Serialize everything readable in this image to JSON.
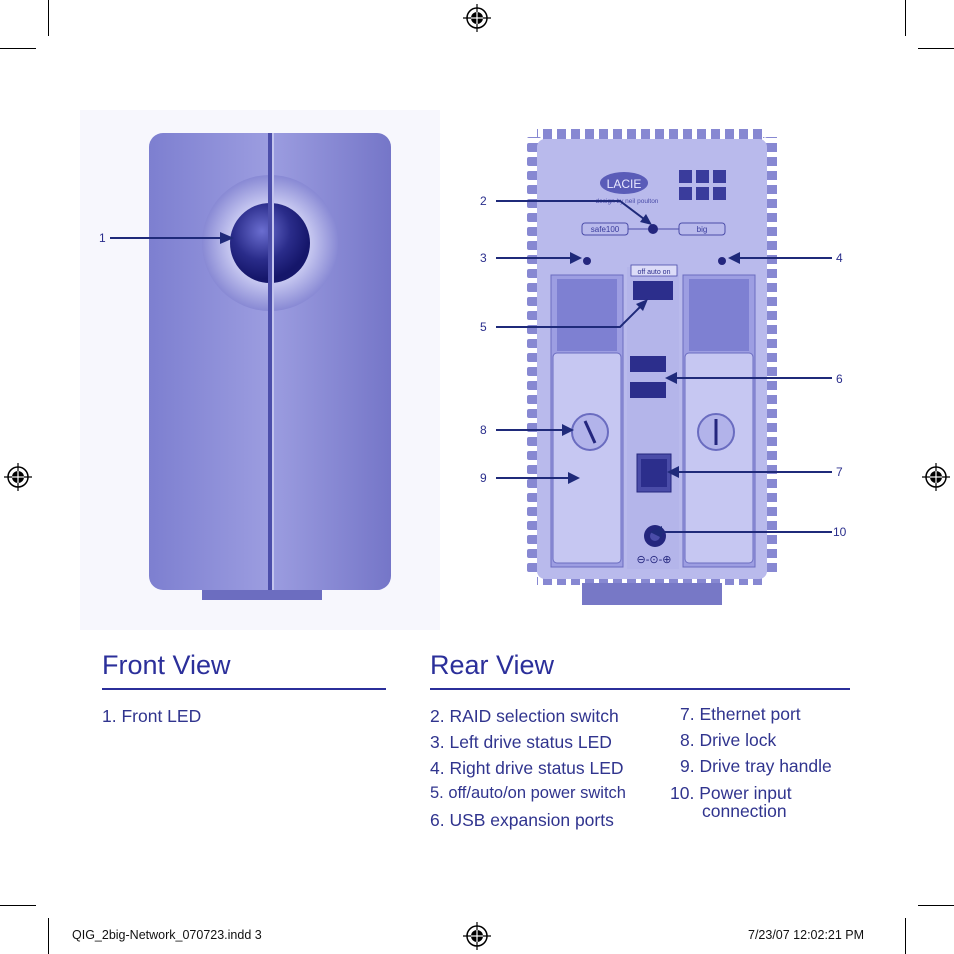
{
  "front": {
    "title": "Front View",
    "items": [
      "1. Front LED"
    ],
    "callouts": [
      "1"
    ]
  },
  "rear": {
    "title": "Rear View",
    "items_left": [
      "2. RAID selection switch",
      "3. Left drive status LED",
      "4. Right drive status LED",
      "5. off/auto/on power switch",
      "6. USB expansion ports"
    ],
    "items_right": [
      "7. Ethernet port",
      "8. Drive lock",
      "9. Drive tray handle",
      "10. Power input",
      "connection"
    ],
    "callouts": [
      "2",
      "3",
      "4",
      "5",
      "6",
      "7",
      "8",
      "9",
      "10"
    ],
    "device_labels": {
      "brand": "LACIE",
      "designer": "design by neil poulton",
      "raid_left": "safe100",
      "raid_right": "big",
      "power_switch": "off auto on",
      "power_symbols": "⊖-⊙-⊕"
    }
  },
  "footer": {
    "file": "QIG_2big-Network_070723.indd   3",
    "datetime": "7/23/07   12:02:21 PM"
  },
  "colors": {
    "device": "#8f90d8",
    "device_dark": "#5a5cb8",
    "text": "#2b2f9a",
    "arrow": "#1f2a7a"
  }
}
